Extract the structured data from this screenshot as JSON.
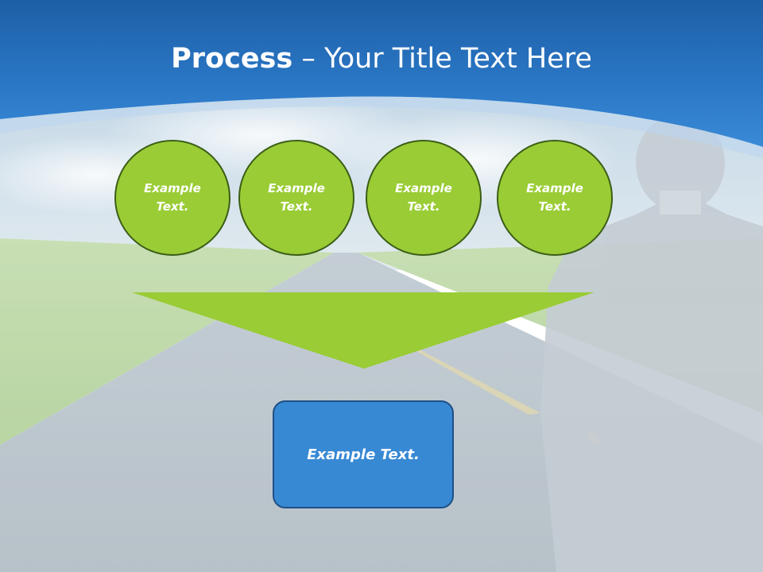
{
  "title": {
    "bold": "Process",
    "rest": " – Your Title Text Here"
  },
  "circles": [
    {
      "text": "Example\nText."
    },
    {
      "text": "Example\nText."
    },
    {
      "text": "Example\nText."
    },
    {
      "text": "Example\nText."
    }
  ],
  "result": {
    "text": "Example Text."
  },
  "colors": {
    "header_blue": "#2f7fce",
    "circle_green": "#9acc35",
    "circle_border": "#3b5e17",
    "funnel_green": "#9acc35",
    "box_blue": "#3889d4",
    "box_border": "#1e4f86"
  }
}
